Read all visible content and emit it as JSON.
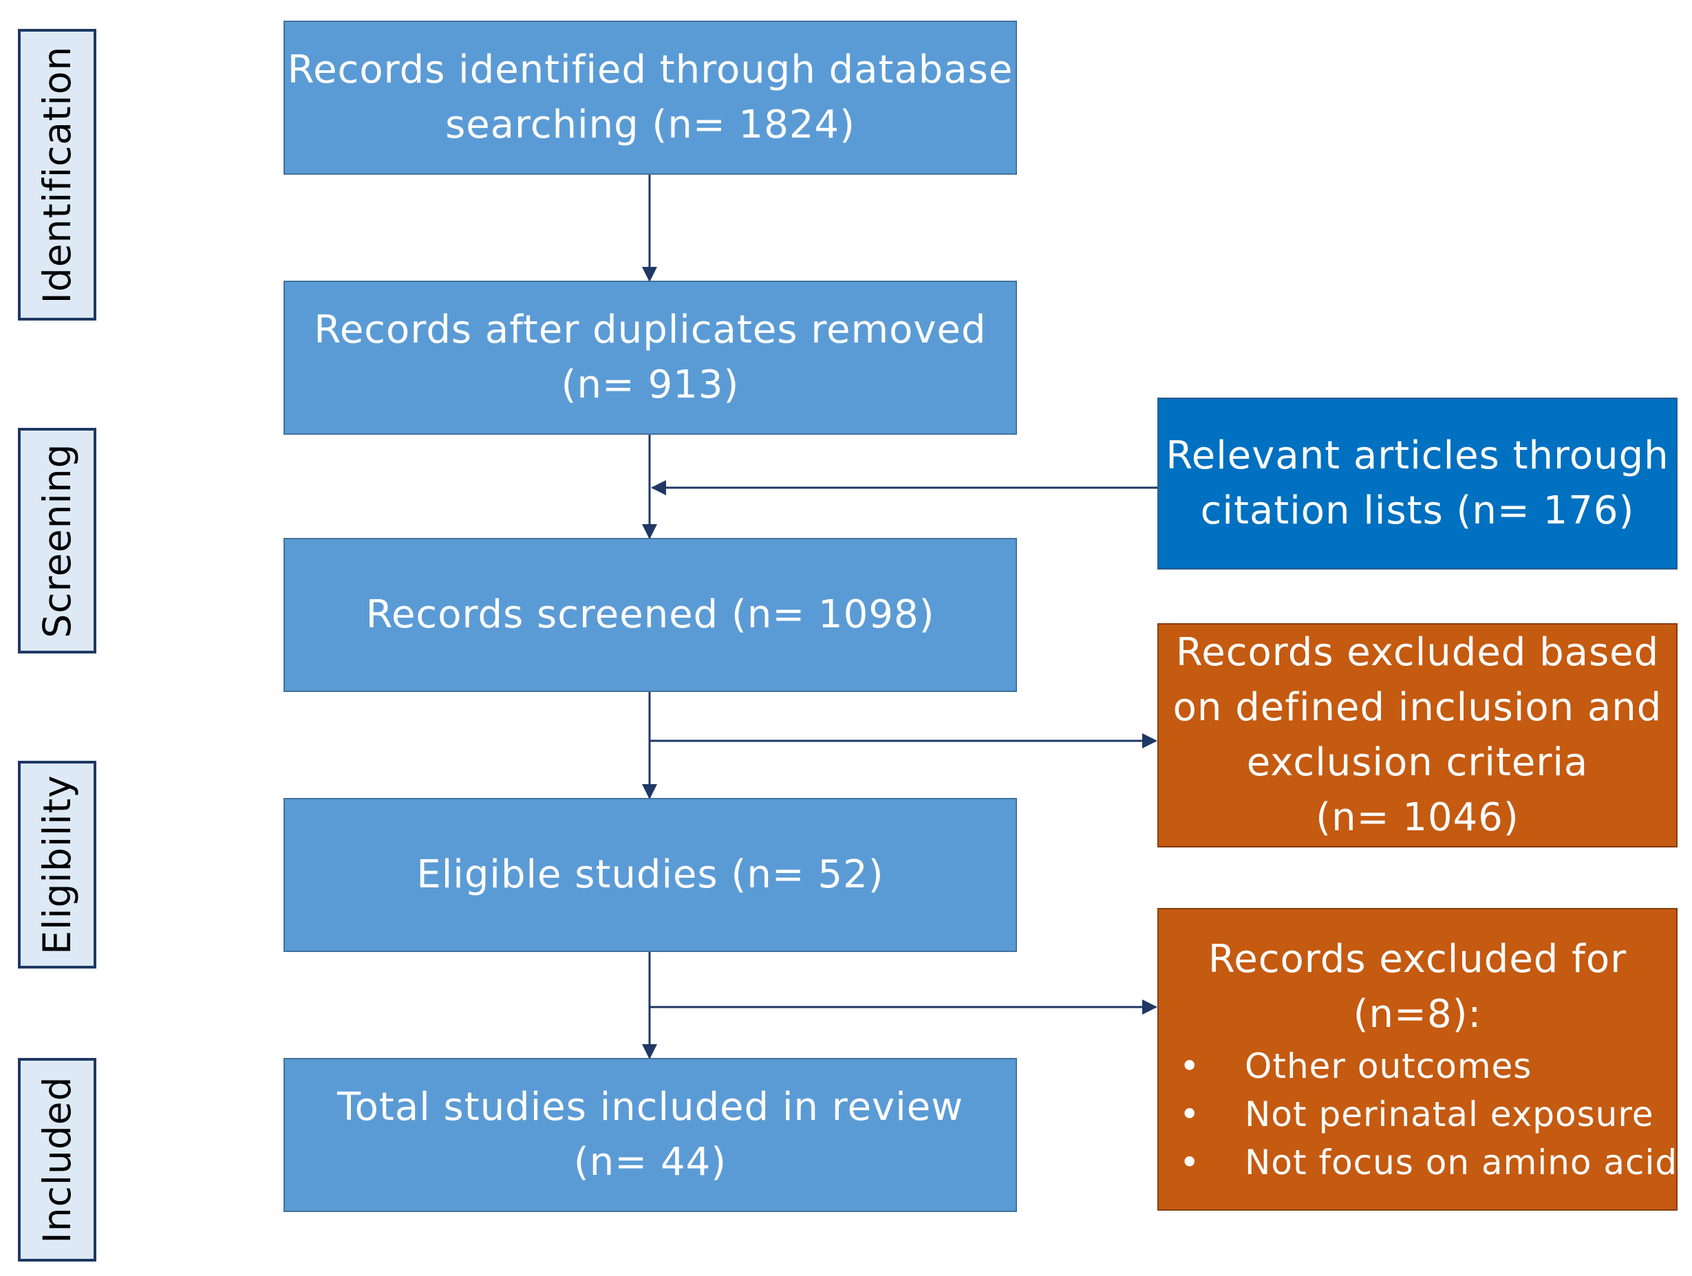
{
  "phases": [
    {
      "label": "Identification"
    },
    {
      "label": "Screening"
    },
    {
      "label": "Eligibility"
    },
    {
      "label": "Included"
    }
  ],
  "boxes": {
    "identified": {
      "lines": [
        "Records identified through database",
        "searching (n= 1824)"
      ]
    },
    "deduplicated": {
      "lines": [
        "Records after duplicates removed",
        "(n= 913)"
      ]
    },
    "citation": {
      "lines": [
        "Relevant articles through",
        "citation lists (n= 176)"
      ]
    },
    "screened": {
      "lines": [
        "Records screened (n= 1098)"
      ]
    },
    "excluded_criteria": {
      "lines": [
        "Records excluded based",
        "on defined inclusion and",
        "exclusion criteria",
        "(n= 1046)"
      ]
    },
    "eligible": {
      "lines": [
        "Eligible studies (n= 52)"
      ]
    },
    "excluded_for": {
      "lines": [
        "Records excluded for",
        "(n=8):"
      ],
      "bullet_symbol": "•",
      "reasons": [
        "Other outcomes",
        "Not perinatal exposure",
        "Not focus on amino acid"
      ]
    },
    "included": {
      "lines": [
        "Total studies included in review",
        "(n= 44)"
      ]
    }
  },
  "colors": {
    "main_box": "#5b9bd5",
    "citation_box": "#0070c0",
    "excluded_box": "#c55a11",
    "phase_fill": "#dde9f5",
    "connector": "#1f3864"
  }
}
